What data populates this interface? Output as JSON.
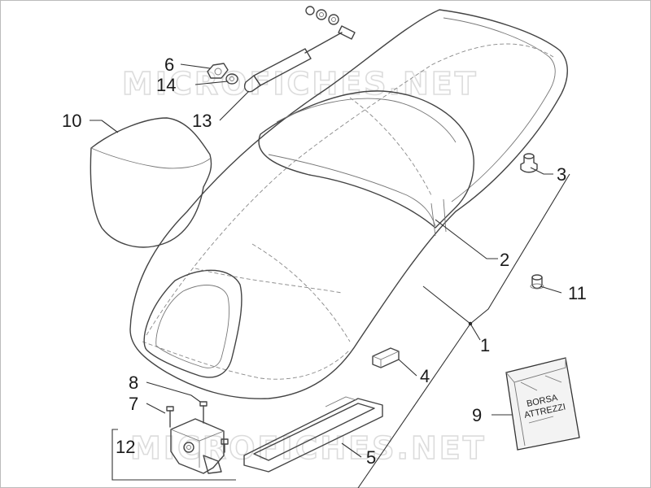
{
  "watermark": "MICROFICHES.NET",
  "bag_text": [
    "BORSA",
    "ATTREZZI"
  ],
  "callouts": [
    {
      "id": "c1",
      "label": "1"
    },
    {
      "id": "c2",
      "label": "2"
    },
    {
      "id": "c3",
      "label": "3"
    },
    {
      "id": "c4",
      "label": "4"
    },
    {
      "id": "c5",
      "label": "5"
    },
    {
      "id": "c6",
      "label": "6"
    },
    {
      "id": "c7",
      "label": "7"
    },
    {
      "id": "c8",
      "label": "8"
    },
    {
      "id": "c9",
      "label": "9"
    },
    {
      "id": "c10",
      "label": "10"
    },
    {
      "id": "c11",
      "label": "11"
    },
    {
      "id": "c12",
      "label": "12"
    },
    {
      "id": "c13",
      "label": "13"
    },
    {
      "id": "c14",
      "label": "14"
    }
  ]
}
